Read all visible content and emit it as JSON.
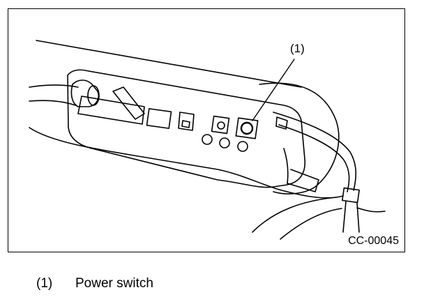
{
  "figure": {
    "callout_tag": "(1)",
    "figure_code": "CC-00045"
  },
  "legend": {
    "items": [
      {
        "number": "(1)",
        "label": "Power switch"
      }
    ]
  }
}
